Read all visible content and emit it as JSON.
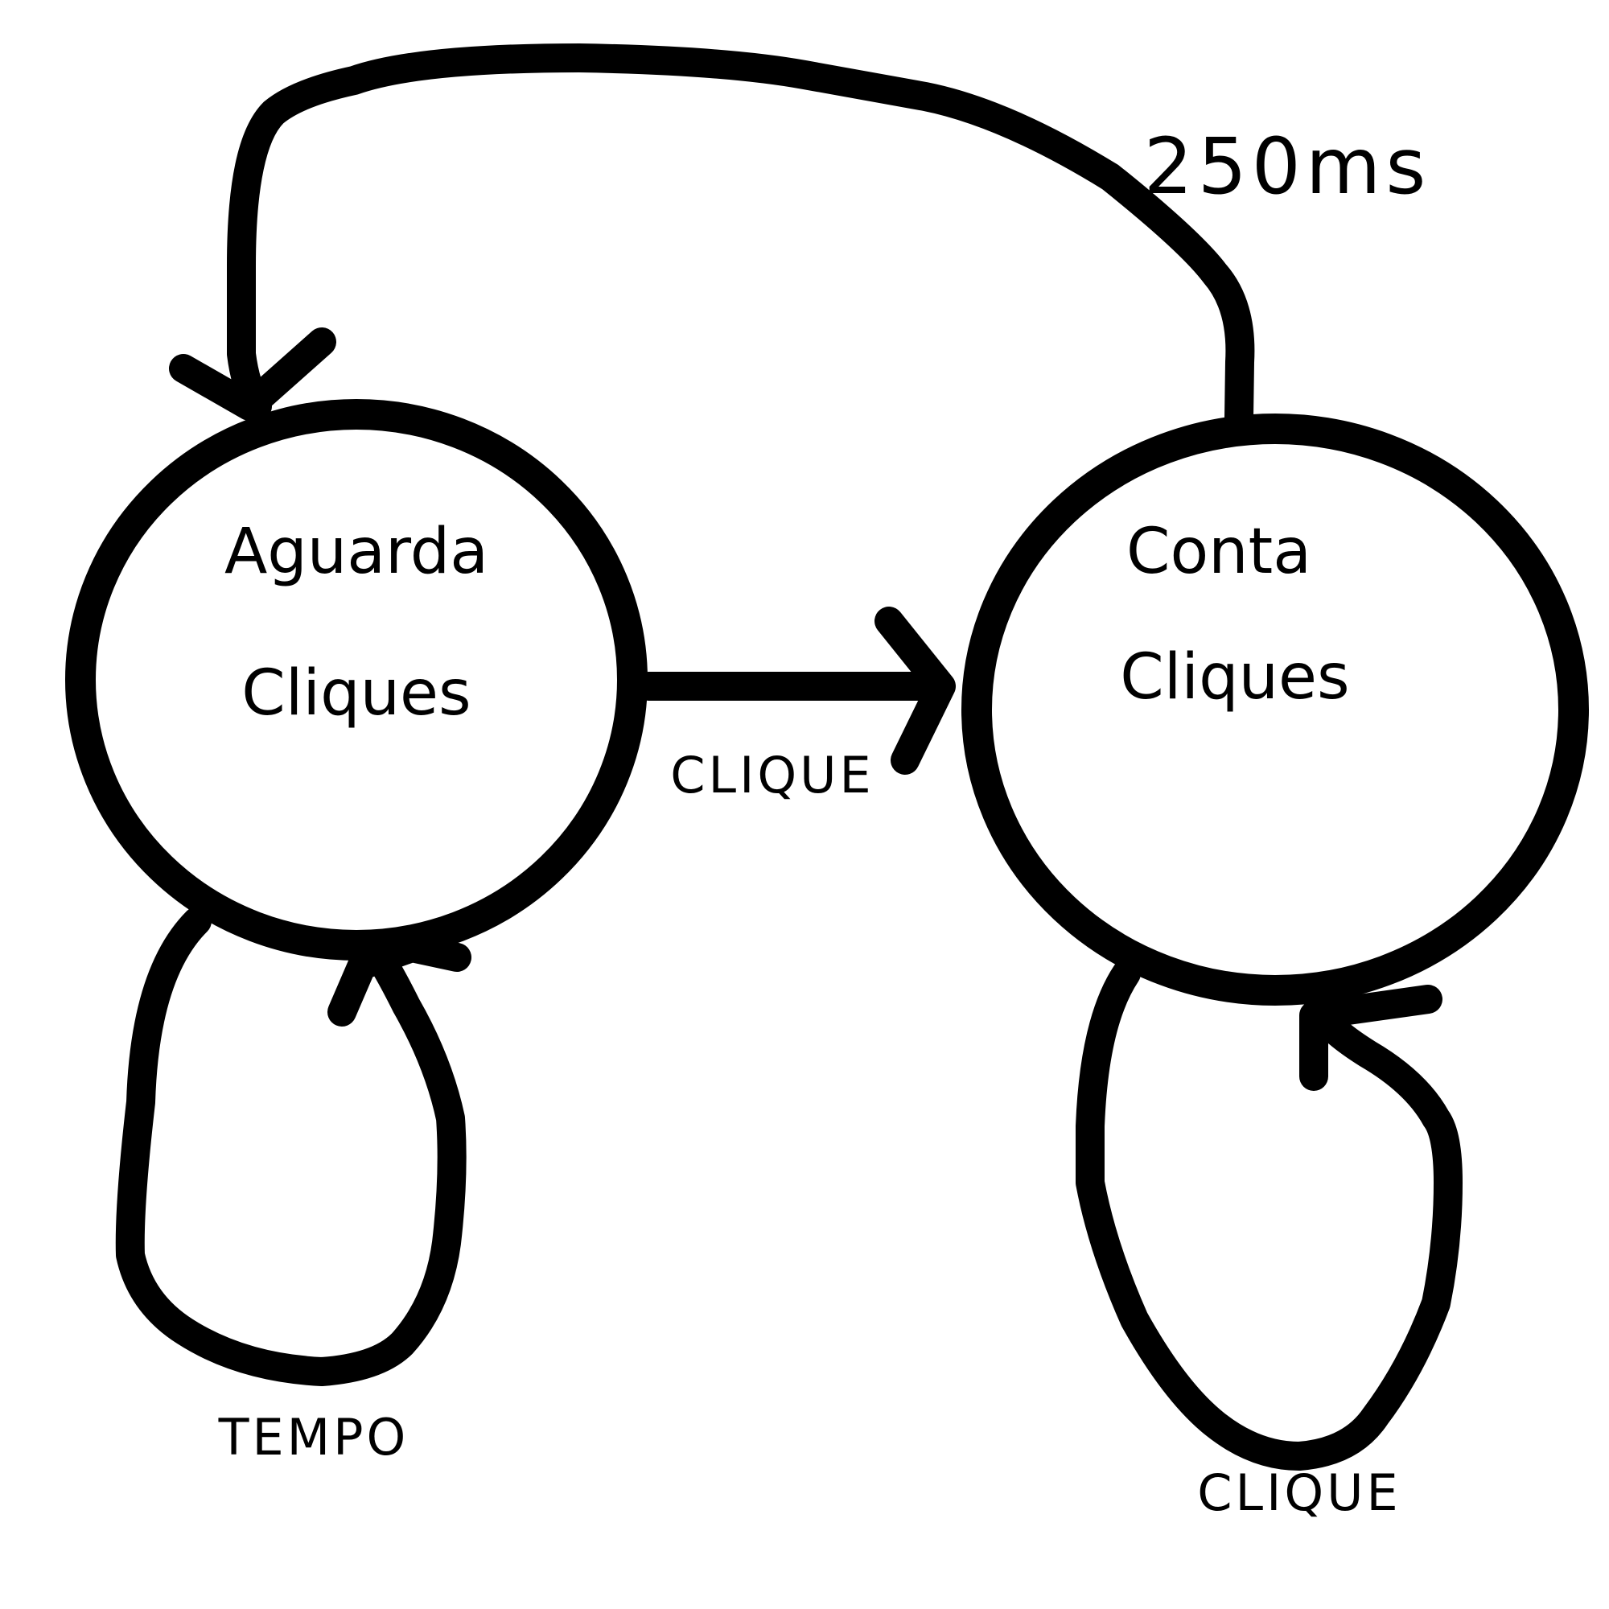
{
  "diagram": {
    "stroke_color": "#000000",
    "background": "#ffffff",
    "states": [
      {
        "id": "aguarda",
        "lines": [
          "Aguarda",
          "Cliques"
        ]
      },
      {
        "id": "conta",
        "lines": [
          "Conta",
          "Cliques"
        ]
      }
    ],
    "transitions": [
      {
        "id": "aguarda-to-conta",
        "from": "aguarda",
        "to": "conta",
        "label": "CLIQUE"
      },
      {
        "id": "conta-to-aguarda",
        "from": "conta",
        "to": "aguarda",
        "label": "250ms"
      },
      {
        "id": "aguarda-self",
        "from": "aguarda",
        "to": "aguarda",
        "label": "TEMPO"
      },
      {
        "id": "conta-self",
        "from": "conta",
        "to": "conta",
        "label": "CLIQUE"
      }
    ]
  }
}
